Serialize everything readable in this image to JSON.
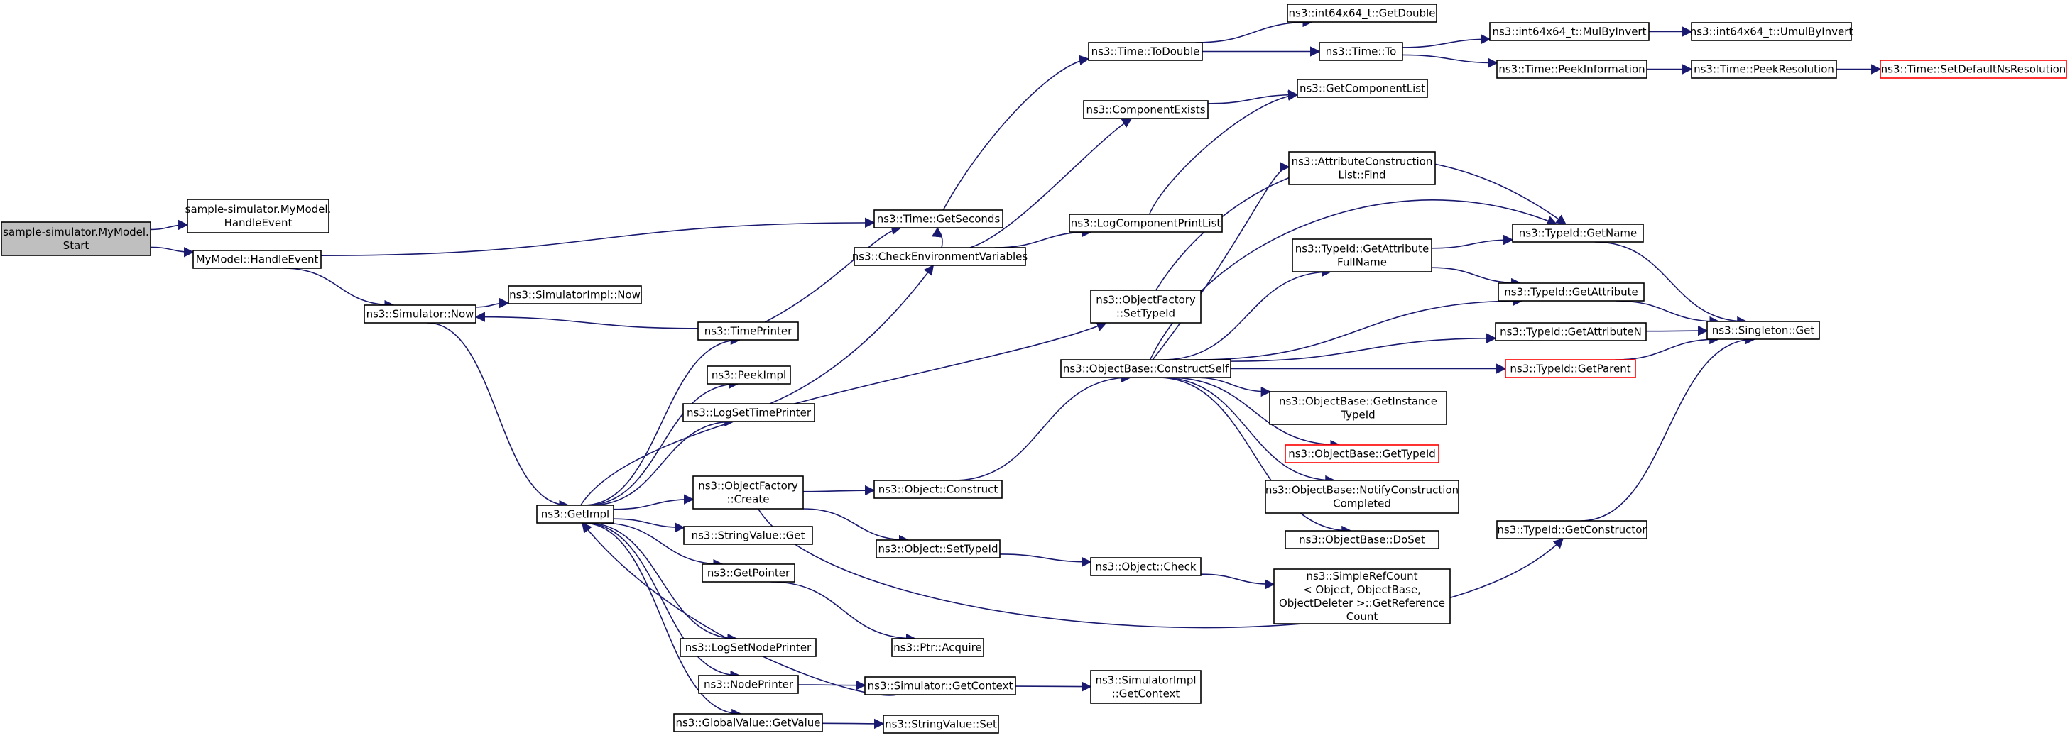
{
  "diagram": {
    "type": "call-graph",
    "colors": {
      "edge": "#191970",
      "root_fill": "#bfbfbf",
      "node_border": "#000000",
      "truncated_border": "#ff0000"
    },
    "nodes": {
      "root": {
        "lines": [
          "sample-simulator.MyModel.",
          "Start"
        ]
      },
      "smHandleEvent": {
        "lines": [
          "sample-simulator.MyModel.",
          "HandleEvent"
        ]
      },
      "myHandleEvent": {
        "lines": [
          "MyModel::HandleEvent"
        ]
      },
      "simNow": {
        "lines": [
          "ns3::Simulator::Now"
        ]
      },
      "simImplNow": {
        "lines": [
          "ns3::SimulatorImpl::Now"
        ]
      },
      "getSeconds": {
        "lines": [
          "ns3::Time::GetSeconds"
        ]
      },
      "timePrinter": {
        "lines": [
          "ns3::TimePrinter"
        ]
      },
      "peekImpl": {
        "lines": [
          "ns3::PeekImpl"
        ]
      },
      "logSetTimePrinter": {
        "lines": [
          "ns3::LogSetTimePrinter"
        ]
      },
      "getImpl": {
        "lines": [
          "ns3::GetImpl"
        ]
      },
      "ofCreate": {
        "lines": [
          "ns3::ObjectFactory",
          "::Create"
        ]
      },
      "stringValueGet": {
        "lines": [
          "ns3::StringValue::Get"
        ]
      },
      "getPointer": {
        "lines": [
          "ns3::GetPointer"
        ]
      },
      "logSetNodePrinter": {
        "lines": [
          "ns3::LogSetNodePrinter"
        ]
      },
      "nodePrinter": {
        "lines": [
          "ns3::NodePrinter"
        ]
      },
      "globalValueGetValue": {
        "lines": [
          "ns3::GlobalValue::GetValue"
        ]
      },
      "checkEnv": {
        "lines": [
          "ns3::CheckEnvironmentVariables"
        ]
      },
      "toDouble": {
        "lines": [
          "ns3::Time::ToDouble"
        ]
      },
      "componentExists": {
        "lines": [
          "ns3::ComponentExists"
        ]
      },
      "logComponentPrintList": {
        "lines": [
          "ns3::LogComponentPrintList"
        ]
      },
      "ofSetTypeId": {
        "lines": [
          "ns3::ObjectFactory",
          "::SetTypeId"
        ]
      },
      "constructSelf": {
        "lines": [
          "ns3::ObjectBase::ConstructSelf"
        ]
      },
      "objectConstruct": {
        "lines": [
          "ns3::Object::Construct"
        ]
      },
      "objectSetTypeId": {
        "lines": [
          "ns3::Object::SetTypeId"
        ]
      },
      "objectCheck": {
        "lines": [
          "ns3::Object::Check"
        ]
      },
      "ptrAcquire": {
        "lines": [
          "ns3::Ptr::Acquire"
        ]
      },
      "simGetContext": {
        "lines": [
          "ns3::Simulator::GetContext"
        ]
      },
      "simImplGetContext": {
        "lines": [
          "ns3::SimulatorImpl",
          "::GetContext"
        ]
      },
      "stringValueSet": {
        "lines": [
          "ns3::StringValue::Set"
        ]
      },
      "int64GetDouble": {
        "lines": [
          "ns3::int64x64_t::GetDouble"
        ]
      },
      "timeTo": {
        "lines": [
          "ns3::Time::To"
        ]
      },
      "mulByInvert": {
        "lines": [
          "ns3::int64x64_t::MulByInvert"
        ]
      },
      "umulByInvert": {
        "lines": [
          "ns3::int64x64_t::UmulByInvert"
        ]
      },
      "peekInformation": {
        "lines": [
          "ns3::Time::PeekInformation"
        ]
      },
      "peekResolution": {
        "lines": [
          "ns3::Time::PeekResolution"
        ]
      },
      "setDefaultNsResolution": {
        "lines": [
          "ns3::Time::SetDefaultNsResolution"
        ],
        "truncated": true
      },
      "getComponentList": {
        "lines": [
          "ns3::GetComponentList"
        ]
      },
      "acListFind": {
        "lines": [
          "ns3::AttributeConstruction",
          "List::Find"
        ]
      },
      "getAttributeFullName": {
        "lines": [
          "ns3::TypeId::GetAttribute",
          "FullName"
        ]
      },
      "typeIdGetName": {
        "lines": [
          "ns3::TypeId::GetName"
        ]
      },
      "typeIdGetAttribute": {
        "lines": [
          "ns3::TypeId::GetAttribute"
        ]
      },
      "typeIdGetAttributeN": {
        "lines": [
          "ns3::TypeId::GetAttributeN"
        ]
      },
      "typeIdGetParent": {
        "lines": [
          "ns3::TypeId::GetParent"
        ],
        "truncated": true
      },
      "singletonGet": {
        "lines": [
          "ns3::Singleton::Get"
        ]
      },
      "getInstanceTypeId": {
        "lines": [
          "ns3::ObjectBase::GetInstance",
          "TypeId"
        ]
      },
      "obGetTypeId": {
        "lines": [
          "ns3::ObjectBase::GetTypeId"
        ],
        "truncated": true
      },
      "notifyConstruction": {
        "lines": [
          "ns3::ObjectBase::NotifyConstruction",
          "Completed"
        ]
      },
      "obDoSet": {
        "lines": [
          "ns3::ObjectBase::DoSet"
        ]
      },
      "simpleRefCount": {
        "lines": [
          "ns3::SimpleRefCount",
          "< Object, ObjectBase,",
          " ObjectDeleter >::GetReference",
          "Count"
        ]
      },
      "getConstructor": {
        "lines": [
          "ns3::TypeId::GetConstructor"
        ]
      }
    },
    "edges": [
      [
        "root",
        "smHandleEvent"
      ],
      [
        "root",
        "myHandleEvent"
      ],
      [
        "myHandleEvent",
        "getSeconds"
      ],
      [
        "myHandleEvent",
        "simNow"
      ],
      [
        "simNow",
        "simImplNow"
      ],
      [
        "simNow",
        "getImpl"
      ],
      [
        "timePrinter",
        "simNow"
      ],
      [
        "timePrinter",
        "getSeconds"
      ],
      [
        "getImpl",
        "timePrinter"
      ],
      [
        "getImpl",
        "peekImpl"
      ],
      [
        "getImpl",
        "logSetTimePrinter"
      ],
      [
        "getImpl",
        "ofCreate"
      ],
      [
        "getImpl",
        "stringValueGet"
      ],
      [
        "getImpl",
        "getPointer"
      ],
      [
        "getImpl",
        "logSetNodePrinter"
      ],
      [
        "getImpl",
        "nodePrinter"
      ],
      [
        "getImpl",
        "globalValueGetValue"
      ],
      [
        "getImpl",
        "ofSetTypeId"
      ],
      [
        "simGetContext",
        "getImpl"
      ],
      [
        "logSetTimePrinter",
        "checkEnv"
      ],
      [
        "checkEnv",
        "getSeconds"
      ],
      [
        "checkEnv",
        "componentExists"
      ],
      [
        "checkEnv",
        "logComponentPrintList"
      ],
      [
        "getSeconds",
        "toDouble"
      ],
      [
        "toDouble",
        "int64GetDouble"
      ],
      [
        "toDouble",
        "timeTo"
      ],
      [
        "timeTo",
        "mulByInvert"
      ],
      [
        "timeTo",
        "peekInformation"
      ],
      [
        "mulByInvert",
        "umulByInvert"
      ],
      [
        "peekInformation",
        "peekResolution"
      ],
      [
        "peekResolution",
        "setDefaultNsResolution"
      ],
      [
        "componentExists",
        "getComponentList"
      ],
      [
        "logComponentPrintList",
        "getComponentList"
      ],
      [
        "ofSetTypeId",
        "typeIdGetName"
      ],
      [
        "ofCreate",
        "objectConstruct"
      ],
      [
        "ofCreate",
        "objectSetTypeId"
      ],
      [
        "ofCreate",
        "getConstructor"
      ],
      [
        "objectConstruct",
        "constructSelf"
      ],
      [
        "constructSelf",
        "acListFind"
      ],
      [
        "constructSelf",
        "typeIdGetName"
      ],
      [
        "constructSelf",
        "getAttributeFullName"
      ],
      [
        "constructSelf",
        "typeIdGetAttribute"
      ],
      [
        "constructSelf",
        "typeIdGetAttributeN"
      ],
      [
        "constructSelf",
        "typeIdGetParent"
      ],
      [
        "constructSelf",
        "getInstanceTypeId"
      ],
      [
        "constructSelf",
        "obGetTypeId"
      ],
      [
        "constructSelf",
        "notifyConstruction"
      ],
      [
        "constructSelf",
        "obDoSet"
      ],
      [
        "getAttributeFullName",
        "typeIdGetName"
      ],
      [
        "getAttributeFullName",
        "typeIdGetAttribute"
      ],
      [
        "typeIdGetName",
        "singletonGet"
      ],
      [
        "typeIdGetAttribute",
        "singletonGet"
      ],
      [
        "typeIdGetAttributeN",
        "singletonGet"
      ],
      [
        "typeIdGetParent",
        "singletonGet"
      ],
      [
        "getConstructor",
        "singletonGet"
      ],
      [
        "objectSetTypeId",
        "objectCheck"
      ],
      [
        "objectCheck",
        "simpleRefCount"
      ],
      [
        "getPointer",
        "ptrAcquire"
      ],
      [
        "nodePrinter",
        "simGetContext"
      ],
      [
        "simGetContext",
        "simImplGetContext"
      ],
      [
        "globalValueGetValue",
        "stringValueSet"
      ]
    ]
  }
}
